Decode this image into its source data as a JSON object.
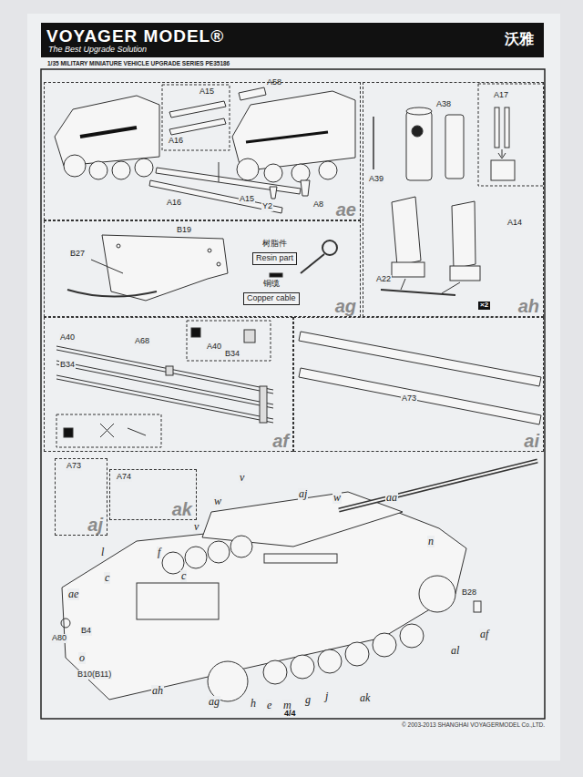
{
  "diagram": {
    "title": "1/35 MILITARY MINIATURE VEHICLE  UPGRADE SERIES PE35186",
    "nodes": [
      {
        "text": [
          "ae"
        ]
      },
      {
        "text": [
          "ah"
        ]
      },
      {
        "text": [
          "ag"
        ]
      },
      {
        "text": [
          "树脂件",
          "Resin part"
        ],
        "in": 2
      },
      {
        "text": [
          "铜缆",
          "Copper cable"
        ],
        "in": 2
      },
      {
        "text": [
          "af"
        ]
      },
      {
        "text": [
          "ai"
        ]
      },
      {
        "text": [
          "aj"
        ]
      },
      {
        "text": [
          "ak"
        ]
      }
    ],
    "labels": [
      "VOYAGER MODEL®",
      "The Best Upgrade Solution",
      "沃雅",
      "A15",
      "A58",
      "A16",
      "A15",
      "A16",
      "Y2",
      "A8",
      "A38",
      "A39",
      "A17",
      "A14",
      "A22",
      "×2",
      "B19",
      "B27",
      "A40",
      "A68",
      "B34",
      "A40",
      "B34",
      "A73",
      "A73",
      "A74",
      "A80",
      "B4",
      "B10(B11)",
      "B28",
      "v",
      "w",
      "aj",
      "w",
      "aa",
      "v",
      "n",
      "l",
      "f",
      "c",
      "c",
      "ae",
      "o",
      "ah",
      "ag",
      "h",
      "e",
      "m",
      "g",
      "j",
      "ak",
      "al",
      "af",
      "4/4",
      "© 2003-2013 SHANGHAI VOYAGERMODEL Co.,LTD."
    ]
  }
}
